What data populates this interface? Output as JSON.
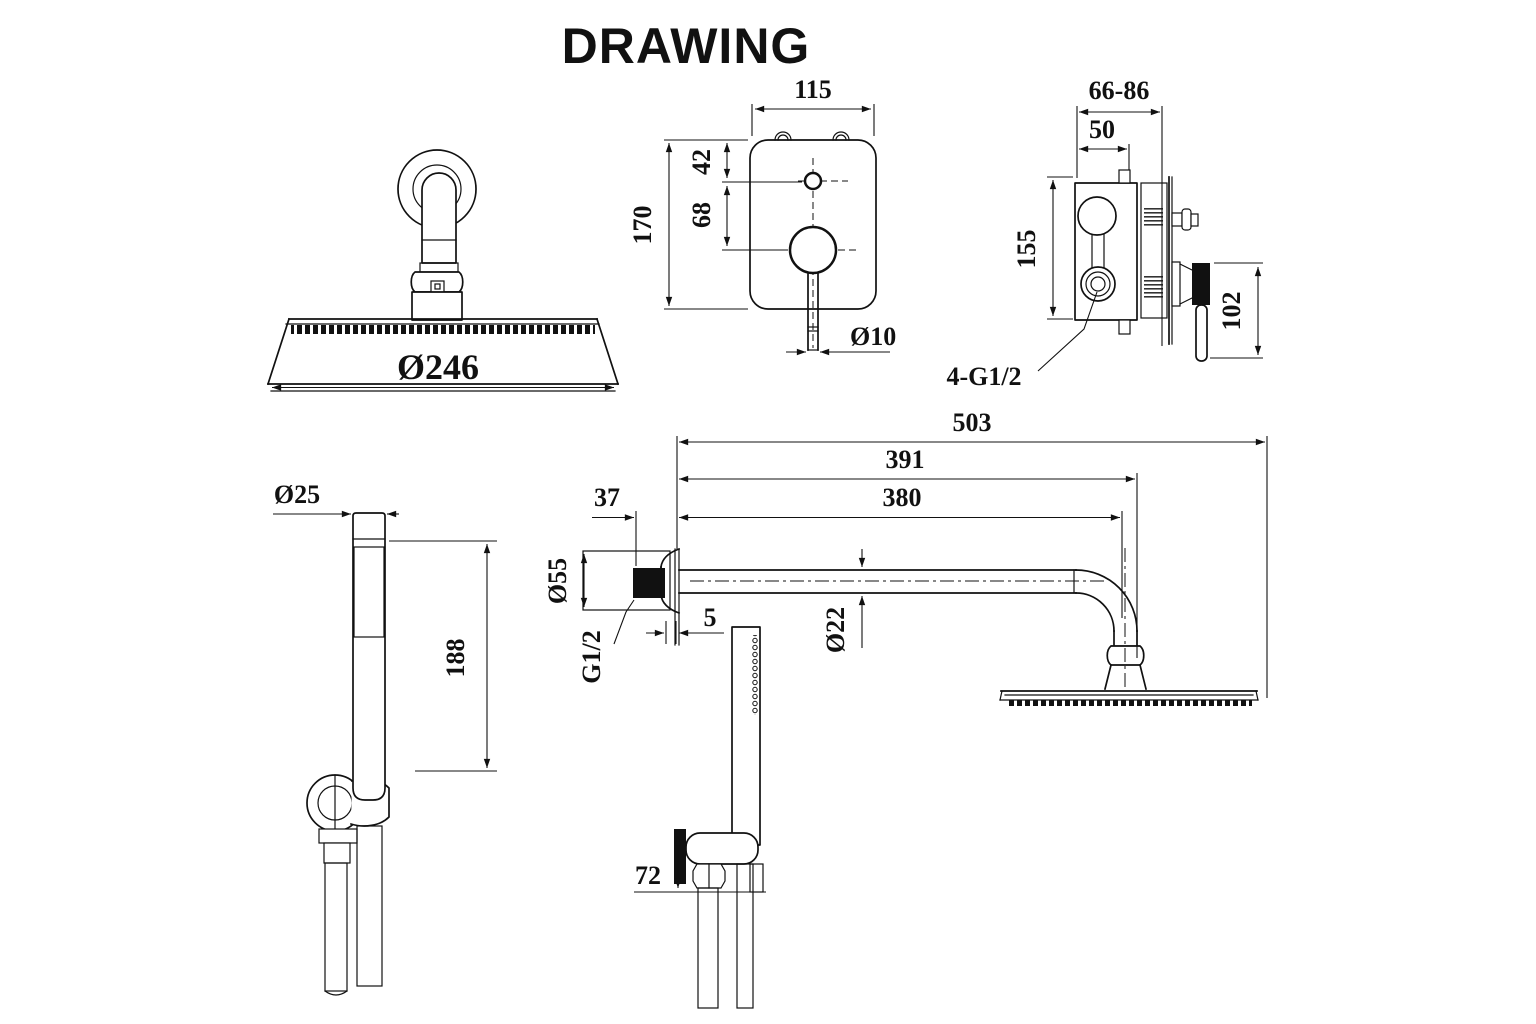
{
  "title": "DRAWING",
  "colors": {
    "ink": "#111111",
    "background": "#ffffff"
  },
  "views": {
    "overhead_shower": {
      "dims": {
        "head_diameter": "Ø246"
      }
    },
    "valve_trim": {
      "dims": {
        "width": "115",
        "height": "170",
        "top_to_diverter": "42",
        "diverter_to_handle": "68",
        "lever_diameter": "Ø10"
      }
    },
    "valve_body": {
      "dims": {
        "mount_depth_range": "66-86",
        "cartridge_depth": "50",
        "body_height": "155",
        "handle_length": "102",
        "connections": "4-G1/2"
      }
    },
    "shower_arm": {
      "dims": {
        "overall_length": "503",
        "to_pipe_outer": "391",
        "arm_length": "380",
        "flange_offset": "37",
        "flange_diameter": "Ø55",
        "wall_thread": "G1/2",
        "clearance": "5",
        "arm_diameter": "Ø22"
      }
    },
    "hand_shower": {
      "dims": {
        "wand_diameter": "Ø25",
        "wand_length": "188"
      }
    },
    "outlet_holder": {
      "dims": {
        "outlet_height": "72"
      }
    }
  }
}
